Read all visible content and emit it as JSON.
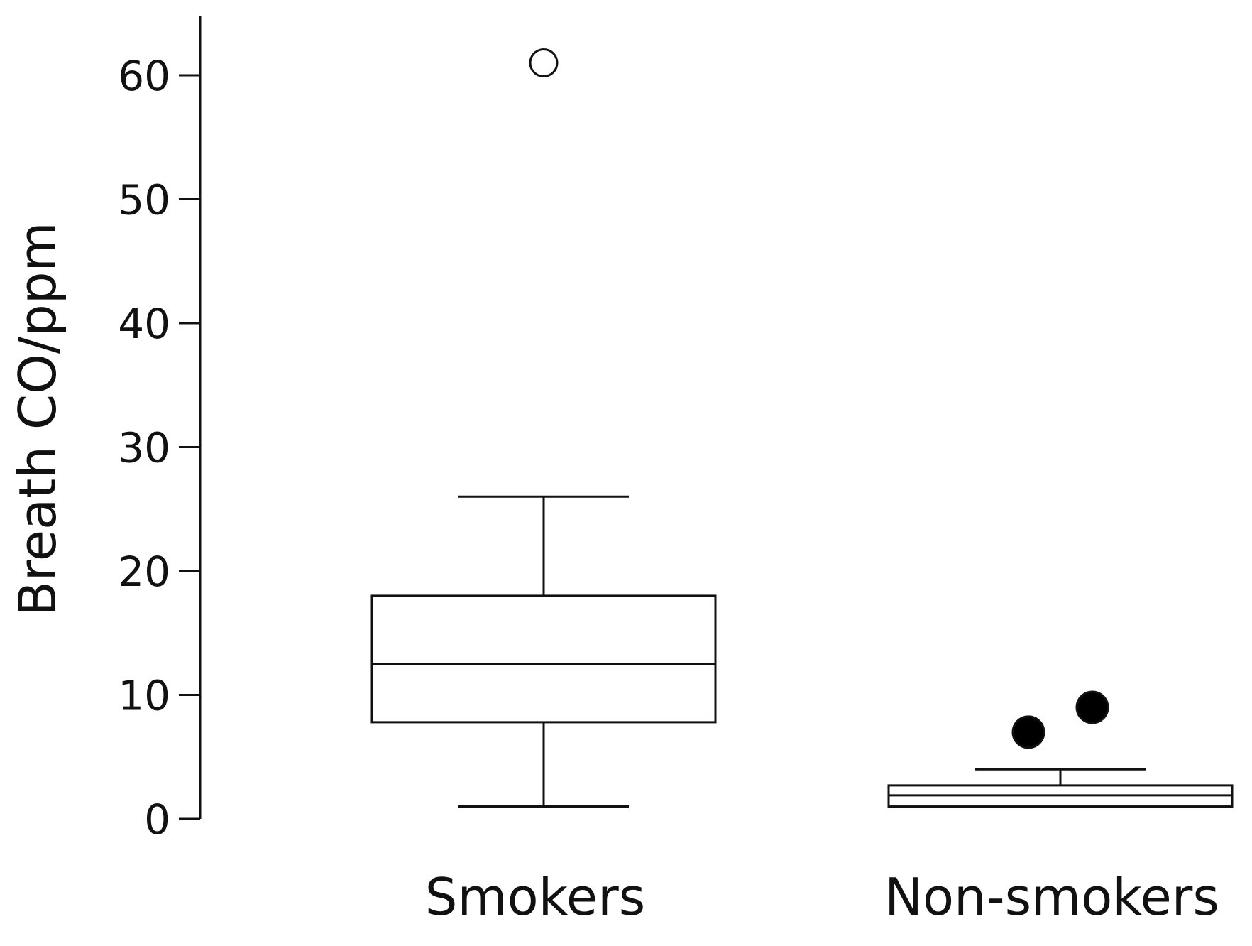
{
  "chart_data": {
    "type": "box",
    "title": "",
    "xlabel": "",
    "ylabel": "Breath CO/ppm",
    "ylim": [
      0,
      65
    ],
    "yticks": [
      0,
      10,
      20,
      30,
      40,
      50,
      60
    ],
    "grid": false,
    "legend": "none",
    "categories": [
      "Smokers",
      "Non-smokers"
    ],
    "boxes": [
      {
        "category": "Smokers",
        "whisker_low": 1,
        "q1": 7.8,
        "median": 12.5,
        "q3": 18,
        "whisker_high": 26,
        "outliers": [
          {
            "value": 61,
            "marker": "open-circle"
          }
        ]
      },
      {
        "category": "Non-smokers",
        "whisker_low": 1,
        "q1": 1,
        "median": 1.9,
        "q3": 2.7,
        "whisker_high": 4,
        "outliers": [
          {
            "value": 7,
            "marker": "filled-circle"
          },
          {
            "value": 9,
            "marker": "filled-circle"
          }
        ]
      }
    ],
    "colors": {
      "stroke": "#111111",
      "open_marker_fill": "#ffffff",
      "filled_marker_fill": "#000000"
    }
  }
}
